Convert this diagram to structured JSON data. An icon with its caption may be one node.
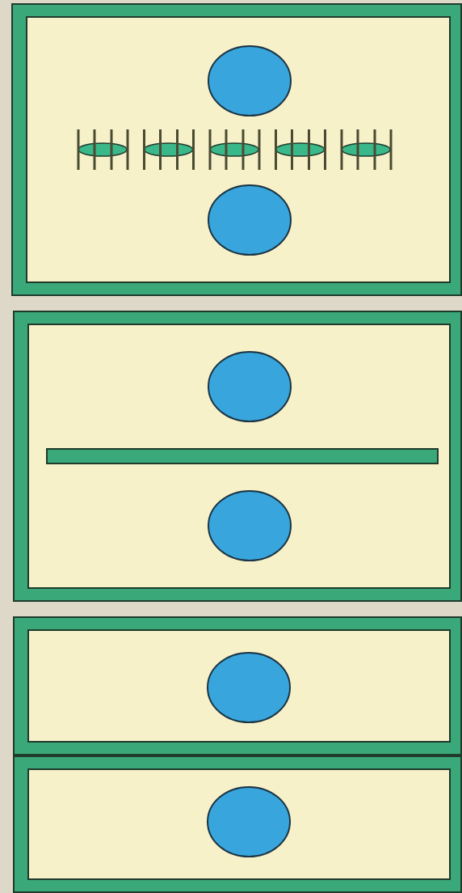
{
  "diagram": {
    "nodes": [
      {
        "text": [],
        "shape": "box"
      },
      {
        "text": [],
        "shape": "circle",
        "in": 0
      },
      {
        "text": [],
        "shape": "circle",
        "in": 0
      },
      {
        "text": [],
        "shape": "box"
      },
      {
        "text": [],
        "shape": "circle",
        "in": 3
      },
      {
        "text": [],
        "shape": "bar",
        "in": 3
      },
      {
        "text": [],
        "shape": "circle",
        "in": 3
      },
      {
        "text": [],
        "shape": "box"
      },
      {
        "text": [],
        "shape": "circle",
        "in": 7
      },
      {
        "text": [],
        "shape": "box"
      },
      {
        "text": [],
        "shape": "circle",
        "in": 9
      }
    ]
  }
}
